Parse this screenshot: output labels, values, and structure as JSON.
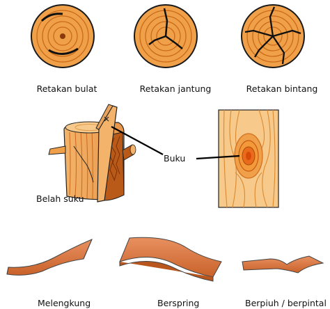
{
  "labels": {
    "round_crack": "Retakan bulat",
    "heart_crack": "Retakan jantung",
    "star_crack": "Retakan bintang",
    "knot": "Buku",
    "split": "Belah suku",
    "bow": "Melengkung",
    "spring": "Berspring",
    "twist": "Berpiuh / berpintal"
  },
  "colors": {
    "wood": "#f0a048",
    "wood_light": "#f7c98a",
    "grain": "#c86a1a",
    "bark": "#b95a18",
    "knot_core": "#e05a10",
    "board": "#dc7a3a",
    "outline": "#000000"
  }
}
